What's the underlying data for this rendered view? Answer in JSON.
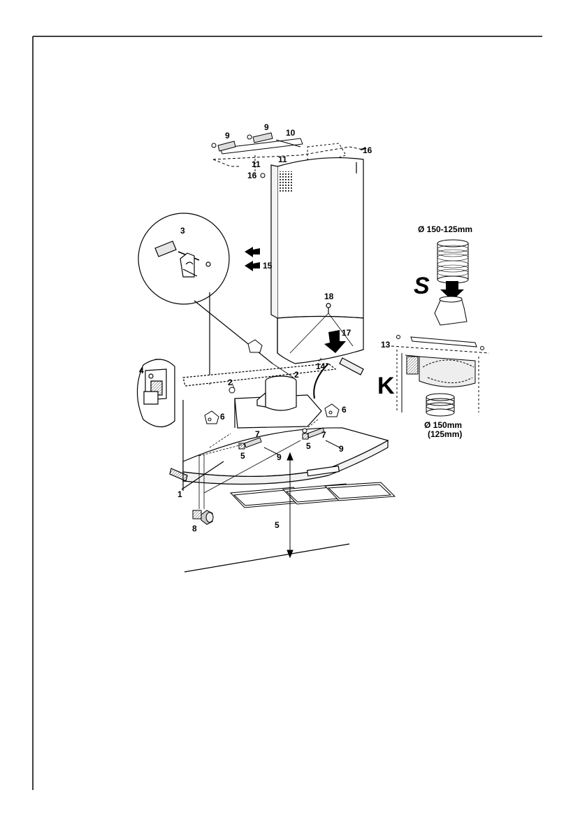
{
  "callouts": {
    "c1": "1",
    "c2a": "2",
    "c2b": "2",
    "c3": "3",
    "c4": "4",
    "c5a": "5",
    "c5b": "5",
    "c5c": "5",
    "c6a": "6",
    "c6b": "6",
    "c7a": "7",
    "c7b": "7",
    "c8": "8",
    "c9a": "9",
    "c9b": "9",
    "c9c": "9",
    "c9d": "9",
    "c10": "10",
    "c11a": "11",
    "c11b": "11",
    "c13": "13",
    "c14": "14",
    "c15": "15",
    "c16a": "16",
    "c16b": "16",
    "c17": "17",
    "c18": "18"
  },
  "variants": {
    "s_letter": "S",
    "k_letter": "K",
    "s_diameter": "Ø 150-125mm",
    "k_diameter": "Ø 150mm",
    "k_diameter_alt": "(125mm)"
  },
  "colors": {
    "ink": "#000000",
    "paper": "#ffffff",
    "shade": "#d9d9d9",
    "light": "#eeeeee"
  }
}
